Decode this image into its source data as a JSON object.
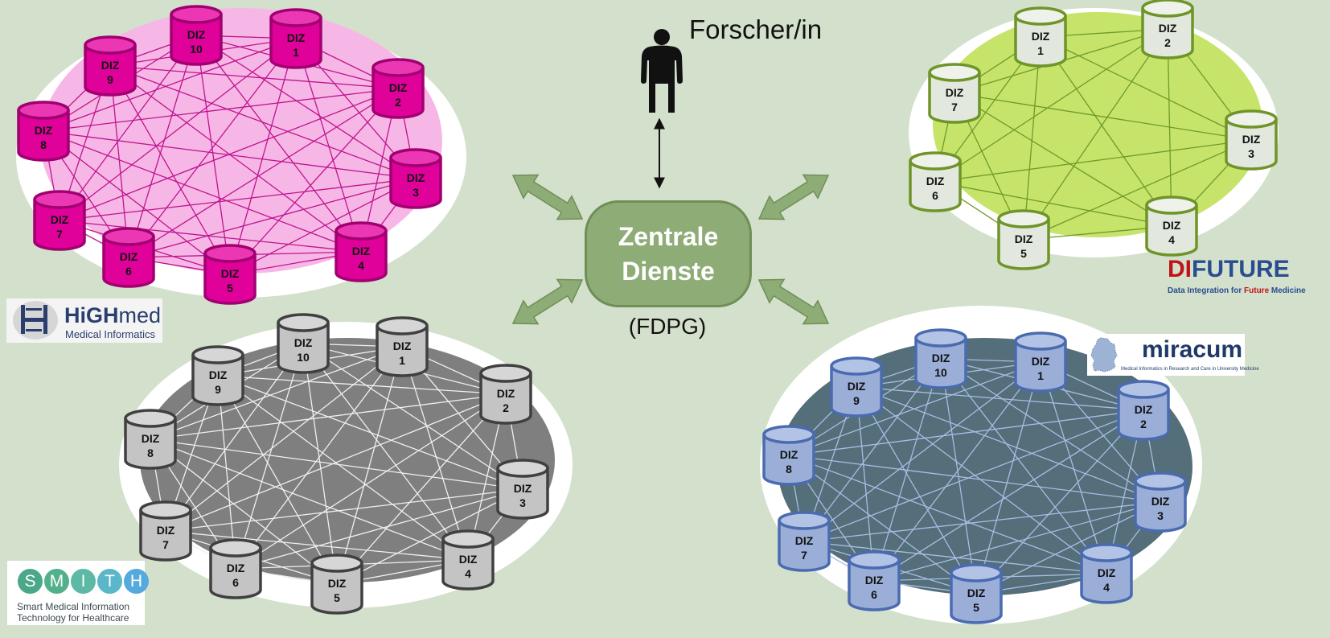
{
  "central": {
    "line1": "Zentrale",
    "line2": "Dienste",
    "abbr": "(FDPG)"
  },
  "researcher": {
    "label": "Forscher/in",
    "icon": "person-icon"
  },
  "node_prefix": "DIZ",
  "networks": [
    {
      "id": "highmed",
      "colors": {
        "outer": "#ffffff",
        "inner": "#f7b7e6",
        "node_fill": "#e0009a",
        "node_top": "#ec37b4",
        "node_stroke": "#a00070",
        "edge": "#c0138e",
        "text": "#111111"
      },
      "nodes": [
        "1",
        "2",
        "3",
        "4",
        "5",
        "6",
        "7",
        "8",
        "9",
        "10"
      ]
    },
    {
      "id": "difuture",
      "colors": {
        "outer": "#ffffff",
        "inner": "#c6e46a",
        "node_fill": "#e2e8dd",
        "node_top": "#eef2ea",
        "node_stroke": "#6f9428",
        "edge": "#6e9a2c",
        "text": "#111111"
      },
      "nodes": [
        "1",
        "2",
        "3",
        "4",
        "5",
        "6",
        "7"
      ]
    },
    {
      "id": "smith",
      "colors": {
        "outer": "#ffffff",
        "inner": "#7f7f7f",
        "node_fill": "#c4c4c4",
        "node_top": "#d6d6d6",
        "node_stroke": "#404040",
        "edge": "#f0f0f0",
        "text": "#111111"
      },
      "nodes": [
        "1",
        "2",
        "3",
        "4",
        "5",
        "6",
        "7",
        "8",
        "9",
        "10"
      ]
    },
    {
      "id": "miracum",
      "colors": {
        "outer": "#ffffff",
        "inner": "#546e7a",
        "node_fill": "#9aaed8",
        "node_top": "#b3c3e5",
        "node_stroke": "#4a6bb0",
        "edge": "#a9bde2",
        "text": "#111111"
      },
      "nodes": [
        "1",
        "2",
        "3",
        "4",
        "5",
        "6",
        "7",
        "8",
        "9",
        "10"
      ]
    }
  ],
  "logos": {
    "highmed": {
      "name_bold": "HiGH",
      "name_light": "med",
      "subtitle": "Medical Informatics"
    },
    "difuture": {
      "di": "DI",
      "future": "FUTURE",
      "subtitle_a": "Data Integration for ",
      "subtitle_b": "Future",
      "subtitle_c": " Medicine"
    },
    "miracum": {
      "name": "miracum",
      "subtitle": "Medical Informatics in Research and Care in University Medicine"
    },
    "smith": {
      "letters": [
        "S",
        "M",
        "I",
        "T",
        "H"
      ],
      "subtitle_line1": "Smart Medical Information",
      "subtitle_line2": "Technology for Healthcare"
    }
  },
  "arrow_color": "#8eac76",
  "background": "#d3e0cb"
}
